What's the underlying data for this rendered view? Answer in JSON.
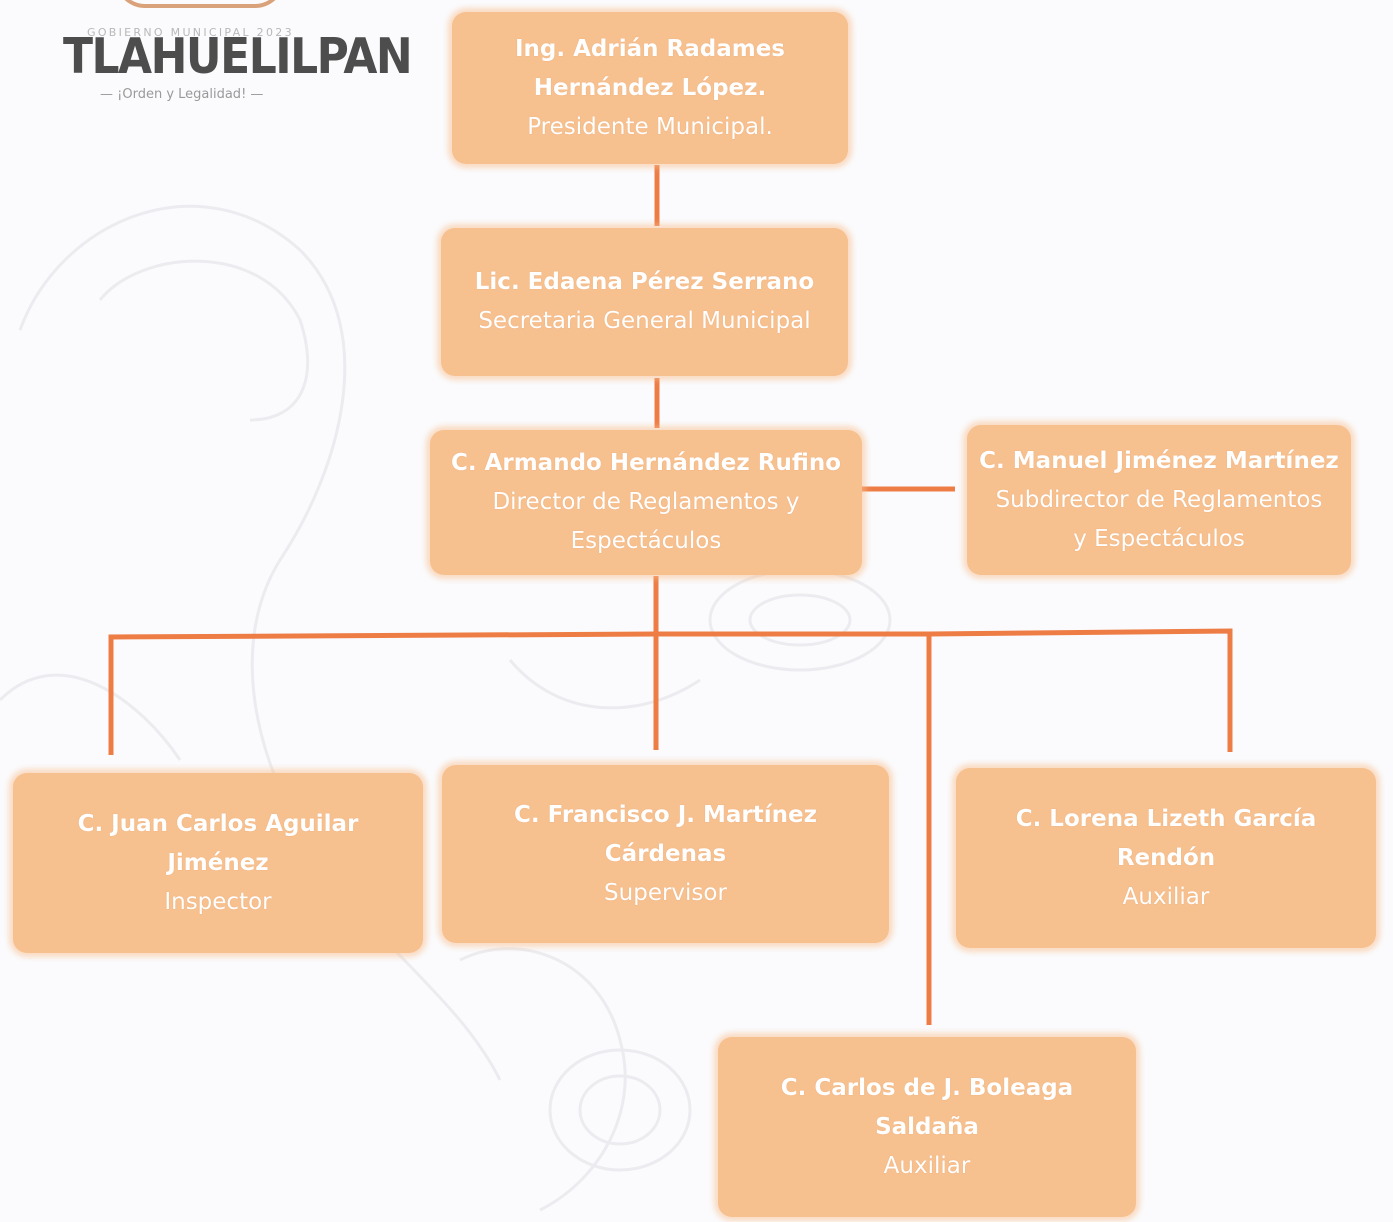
{
  "logo": {
    "subtitle": "GOBIERNO MUNICIPAL 2023",
    "title": "TLAHUELILPAN",
    "tagline": "— ¡Orden y Legalidad! —"
  },
  "colors": {
    "box_fill": "#f7c08f",
    "connector": "#ee7d45",
    "text": "#ffffff"
  },
  "org": {
    "president": {
      "name_line1": "Ing. Adrián Radames",
      "name_line2": "Hernández López.",
      "role": "Presidente Municipal."
    },
    "secretary": {
      "name": "Lic. Edaena Pérez Serrano",
      "role": "Secretaria General Municipal"
    },
    "director": {
      "name": "C. Armando Hernández Rufino",
      "role_line1": "Director de Reglamentos y",
      "role_line2": "Espectáculos"
    },
    "subdirector": {
      "name": "C. Manuel Jiménez Martínez",
      "role_line1": "Subdirector de Reglamentos",
      "role_line2": "y Espectáculos"
    },
    "inspector": {
      "name": "C. Juan Carlos Aguilar Jiménez",
      "role": "Inspector"
    },
    "supervisor": {
      "name": "C. Francisco J. Martínez Cárdenas",
      "role": "Supervisor"
    },
    "auxiliar1": {
      "name": "C. Lorena Lizeth García Rendón",
      "role": "Auxiliar"
    },
    "auxiliar2": {
      "name": "C. Carlos de J. Boleaga Saldaña",
      "role": "Auxiliar"
    }
  }
}
